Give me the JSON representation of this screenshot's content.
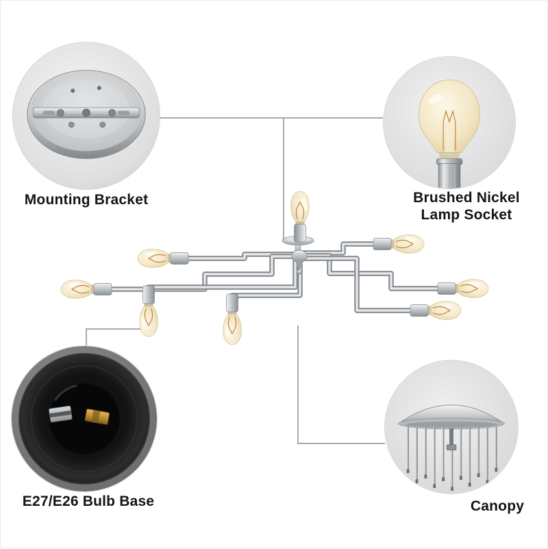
{
  "diagram": {
    "callouts": [
      {
        "id": "mounting-bracket",
        "label": "Mounting Bracket"
      },
      {
        "id": "lamp-socket",
        "label_line1": "Brushed Nickel",
        "label_line2": "Lamp Socket"
      },
      {
        "id": "bulb-base",
        "label": "E27/E26 Bulb Base"
      },
      {
        "id": "canopy",
        "label": "Canopy"
      }
    ]
  }
}
